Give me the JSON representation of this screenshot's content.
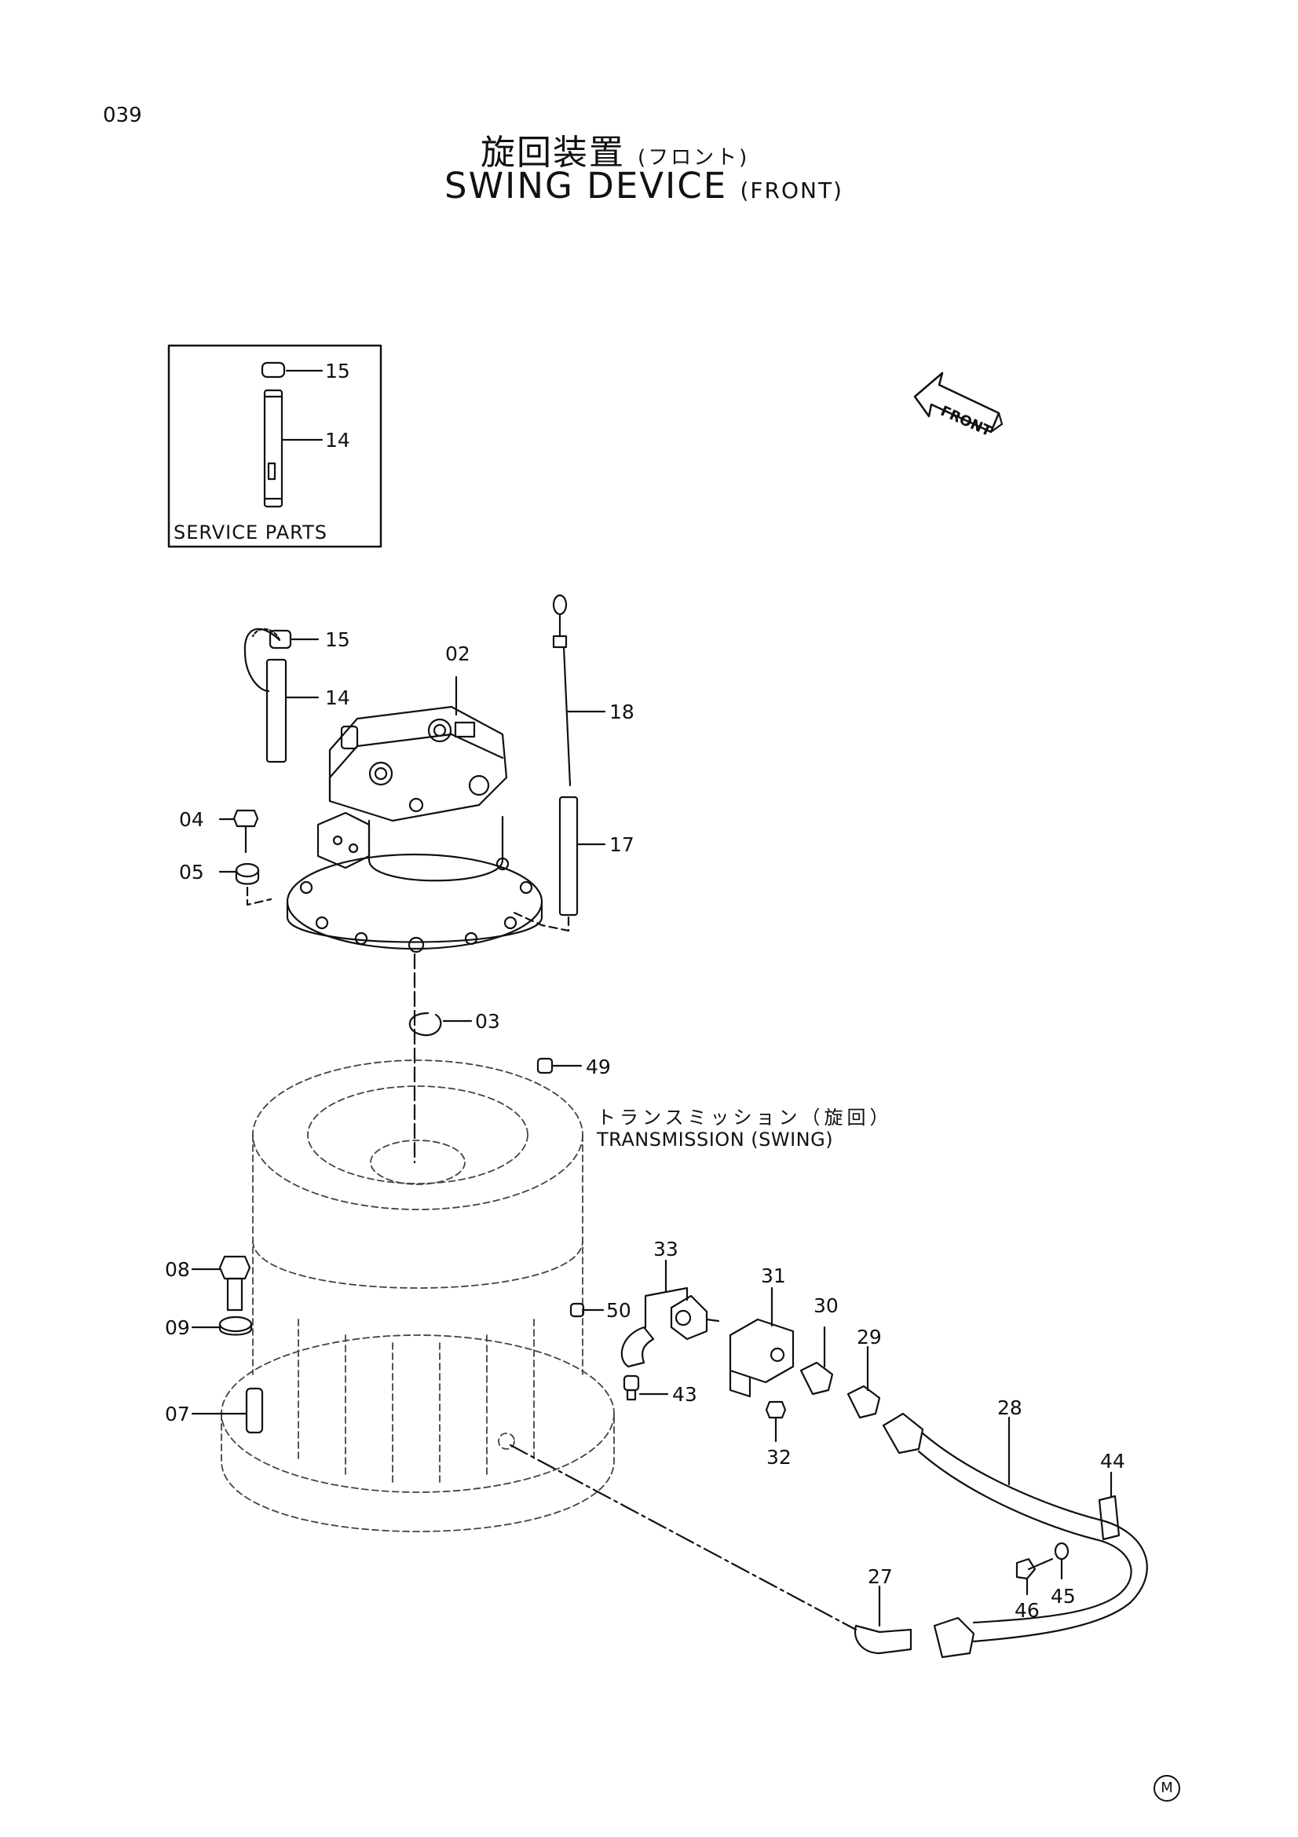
{
  "page_number": "039",
  "title": {
    "jp_main": "旋回装置",
    "jp_sub": "(フロント)",
    "en_main": "SWING DEVICE",
    "en_sub": "(FRONT)"
  },
  "service_box": {
    "caption": "SERVICE PARTS",
    "callouts": [
      "15",
      "14"
    ]
  },
  "front_arrow": {
    "label": "FRONT"
  },
  "transmission_label": {
    "jp": "トランスミッション（旋回）",
    "en": "TRANSMISSION (SWING)"
  },
  "callouts": {
    "c02": "02",
    "c03": "03",
    "c04": "04",
    "c05": "05",
    "c07": "07",
    "c08": "08",
    "c09": "09",
    "c14": "14",
    "c15": "15",
    "c17": "17",
    "c18": "18",
    "c27": "27",
    "c28": "28",
    "c29": "29",
    "c30": "30",
    "c31": "31",
    "c32": "32",
    "c33": "33",
    "c43": "43",
    "c44": "44",
    "c45": "45",
    "c46": "46",
    "c49": "49",
    "c50": "50"
  },
  "maker_mark": "M"
}
